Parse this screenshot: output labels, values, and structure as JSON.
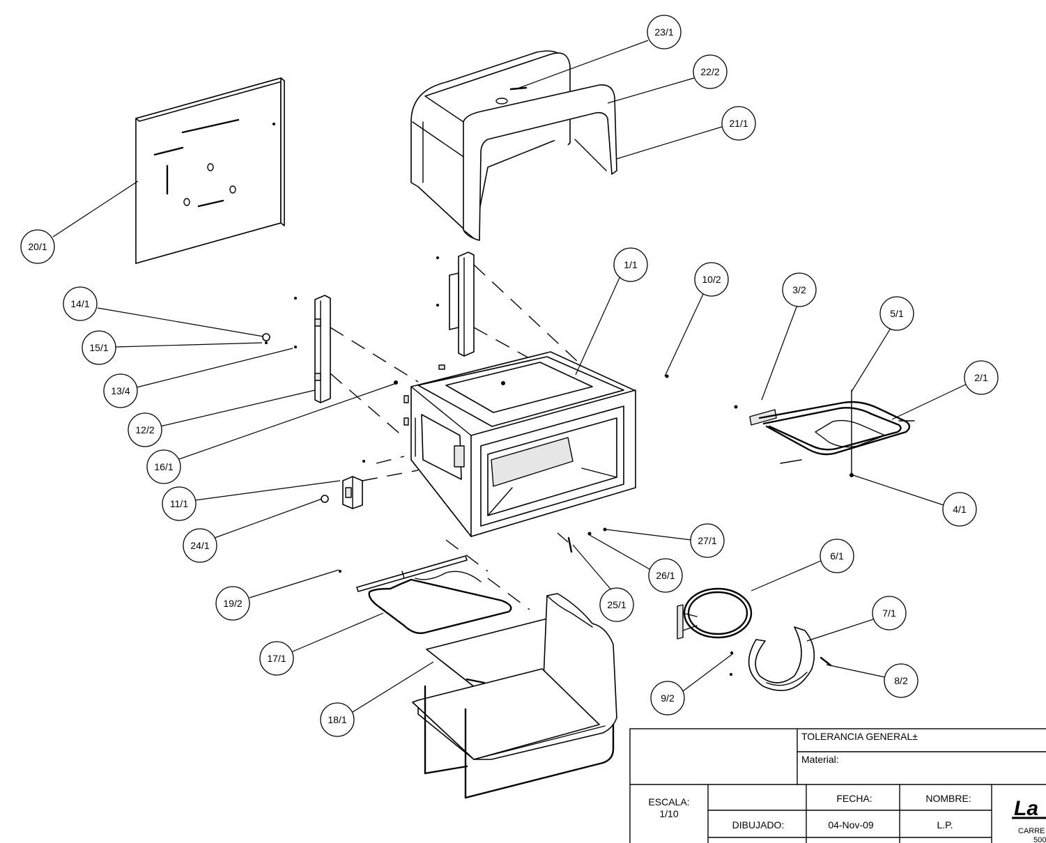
{
  "balloons": [
    "23/1",
    "22/2",
    "21/1",
    "20/1",
    "1/1",
    "10/2",
    "3/2",
    "5/1",
    "2/1",
    "14/1",
    "15/1",
    "13/4",
    "12/2",
    "16/1",
    "11/1",
    "24/1",
    "4/1",
    "27/1",
    "26/1",
    "6/1",
    "25/1",
    "19/2",
    "7/1",
    "17/1",
    "8/2",
    "9/2",
    "18/1"
  ],
  "title_block": {
    "tolerance": "TOLERANCIA GENERAL±",
    "material": "Material:",
    "scale_label": "ESCALA:",
    "scale_value": "1/10",
    "date_label": "FECHA:",
    "name_label": "NOMBRE:",
    "drawn_label": "DIBUJADO:",
    "date_value": "04-Nov-09",
    "name_value": "L.P.",
    "logo_text": "La",
    "company_text": "CARRE",
    "code_text": "500"
  },
  "colors": {
    "ink": "#000000",
    "paper": "#ffffff",
    "shade": "#e6e6e6"
  }
}
